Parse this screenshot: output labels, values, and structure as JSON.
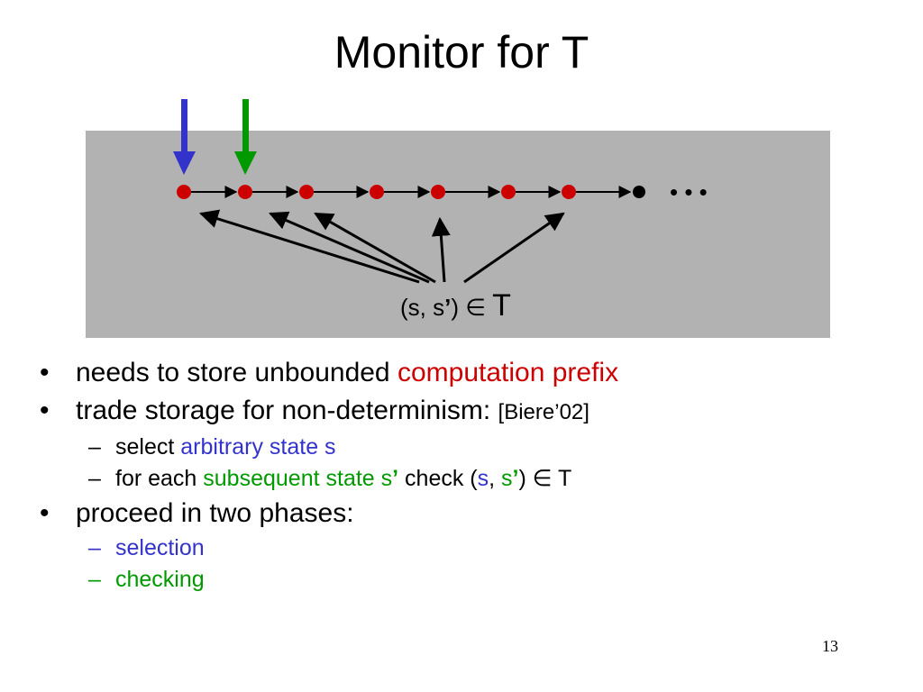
{
  "slide": {
    "title": "Monitor for T",
    "page_number": "13"
  },
  "diagram": {
    "ellipsis": "• • •",
    "formula_prefix": "(s, s",
    "formula_prime": "’",
    "formula_close": ")",
    "element_of": "∈",
    "formula_set": "T",
    "state_count": 8,
    "colors": {
      "panel": "#b2b2b2",
      "state": "#cc0000",
      "last_state": "#000000",
      "selection_arrow": "#3333cc",
      "check_arrow": "#009900"
    }
  },
  "bullets": [
    {
      "marker": "•",
      "text": "needs to store unbounded ",
      "highlight": "computation prefix"
    },
    {
      "marker": "•",
      "text": "trade storage for non-determinism: ",
      "citation": "[Biere’02]",
      "subitems": [
        {
          "marker": "–",
          "text": "select ",
          "highlight": "arbitrary state s"
        },
        {
          "marker": "–",
          "text": "for each ",
          "highlight": "subsequent state s",
          "highlight_prime": "’",
          "check_text": " check (",
          "check_s": "s",
          "comma": ", ",
          "check_s2": "s",
          "check_prime": "’",
          "check_close": ") ",
          "element_of": "∈",
          "check_set": " T"
        }
      ]
    },
    {
      "marker": "•",
      "text": "proceed in two phases:",
      "subitems": [
        {
          "marker": "–",
          "text": "selection"
        },
        {
          "marker": "–",
          "text": "checking"
        }
      ]
    }
  ],
  "colors": {
    "accent_red": "#cc0000",
    "accent_blue": "#3333cc",
    "accent_green": "#009900"
  }
}
